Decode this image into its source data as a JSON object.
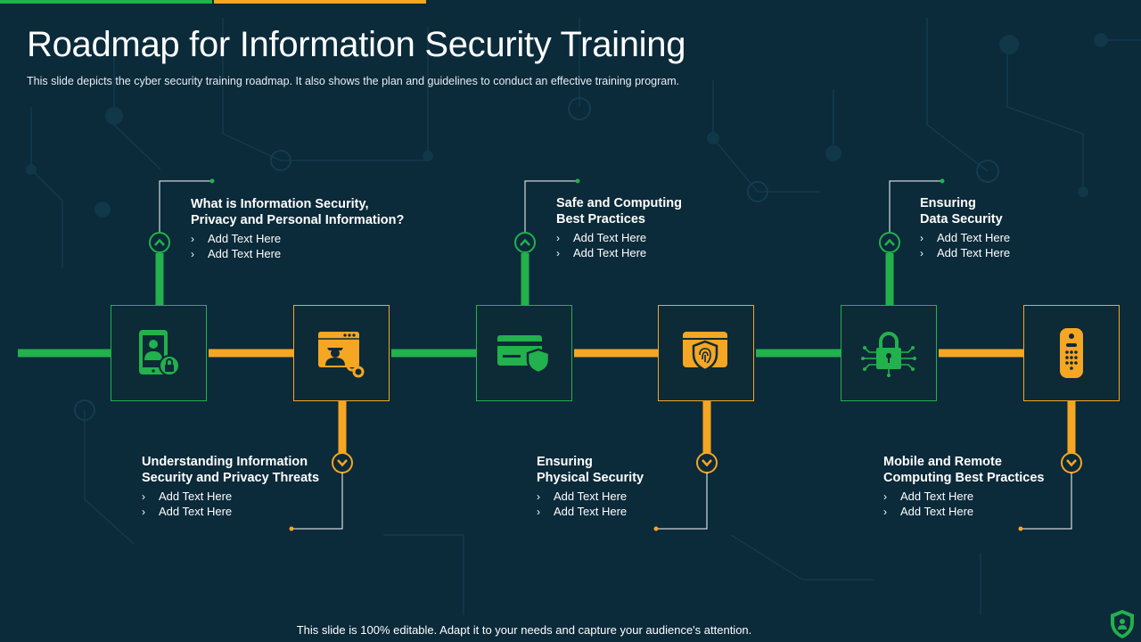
{
  "slide": {
    "title": "Roadmap for Information Security Training",
    "subtitle": "This slide depicts the cyber security training roadmap.  It also shows the plan and guidelines to conduct an effective  training program.",
    "footer": "This slide is 100% editable. Adapt it to your needs and capture your audience's attention."
  },
  "colors": {
    "background": "#0b2a3a",
    "green": "#22b14c",
    "orange": "#f5a623"
  },
  "steps": [
    {
      "title_lines": [
        "What is Information Security,",
        "Privacy and Personal Information?"
      ],
      "bullets": [
        "Add Text Here",
        "Add Text Here"
      ],
      "icon": "tablet-user-lock-icon",
      "color": "green",
      "position": "top"
    },
    {
      "title_lines": [
        "Understanding Information",
        "Security and Privacy Threats"
      ],
      "bullets": [
        "Add Text Here",
        "Add Text Here"
      ],
      "icon": "browser-hacker-icon",
      "color": "orange",
      "position": "bottom"
    },
    {
      "title_lines": [
        "Safe and Computing",
        "Best Practices"
      ],
      "bullets": [
        "Add Text Here",
        "Add Text Here"
      ],
      "icon": "card-shield-icon",
      "color": "green",
      "position": "top"
    },
    {
      "title_lines": [
        "Ensuring",
        "Physical Security"
      ],
      "bullets": [
        "Add Text Here",
        "Add Text Here"
      ],
      "icon": "fingerprint-shield-icon",
      "color": "orange",
      "position": "bottom"
    },
    {
      "title_lines": [
        "Ensuring",
        "Data Security"
      ],
      "bullets": [
        "Add Text Here",
        "Add Text Here"
      ],
      "icon": "circuit-lock-icon",
      "color": "green",
      "position": "top"
    },
    {
      "title_lines": [
        "Mobile and Remote",
        "Computing Best Practices"
      ],
      "bullets": [
        "Add Text Here",
        "Add Text Here"
      ],
      "icon": "remote-control-icon",
      "color": "orange",
      "position": "bottom"
    }
  ]
}
